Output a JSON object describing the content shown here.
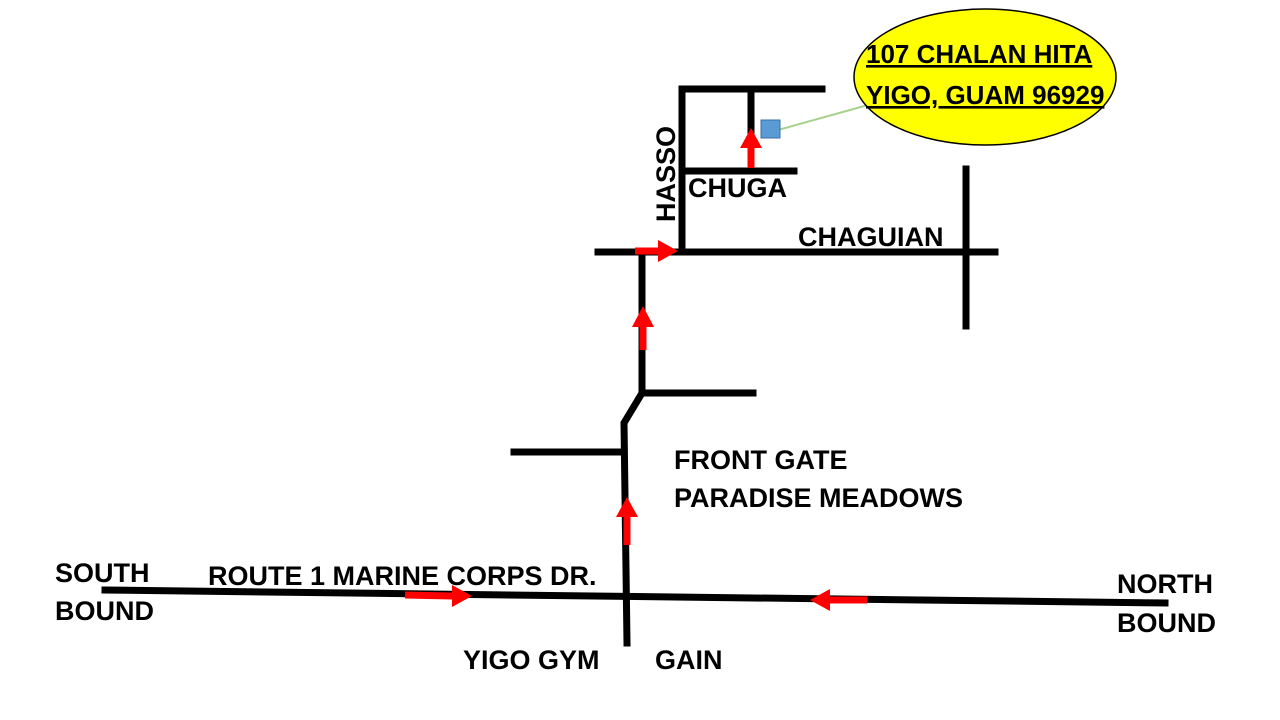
{
  "address": {
    "line1": "107 CHALAN HITA",
    "line2": "YIGO, GUAM 96929",
    "bubble_color": "#ffff00"
  },
  "labels": {
    "south_bound_1": "SOUTH",
    "south_bound_2": "BOUND",
    "north_bound_1": "NORTH",
    "north_bound_2": "BOUND",
    "route": "ROUTE 1 MARINE CORPS DR.",
    "yigo_gym": "YIGO GYM",
    "gain": "GAIN",
    "front_gate_1": "FRONT GATE",
    "front_gate_2": "PARADISE MEADOWS",
    "chaguian": "CHAGUIAN",
    "chuga": "CHUGA",
    "hasso": "HASSO"
  },
  "colors": {
    "road": "#000000",
    "arrow": "#ff0000",
    "destination_marker": "#5b9bd5",
    "leader_line": "#a9d18e"
  },
  "icons": {
    "destination": "house-marker-icon",
    "direction": "red-arrow-icon"
  }
}
